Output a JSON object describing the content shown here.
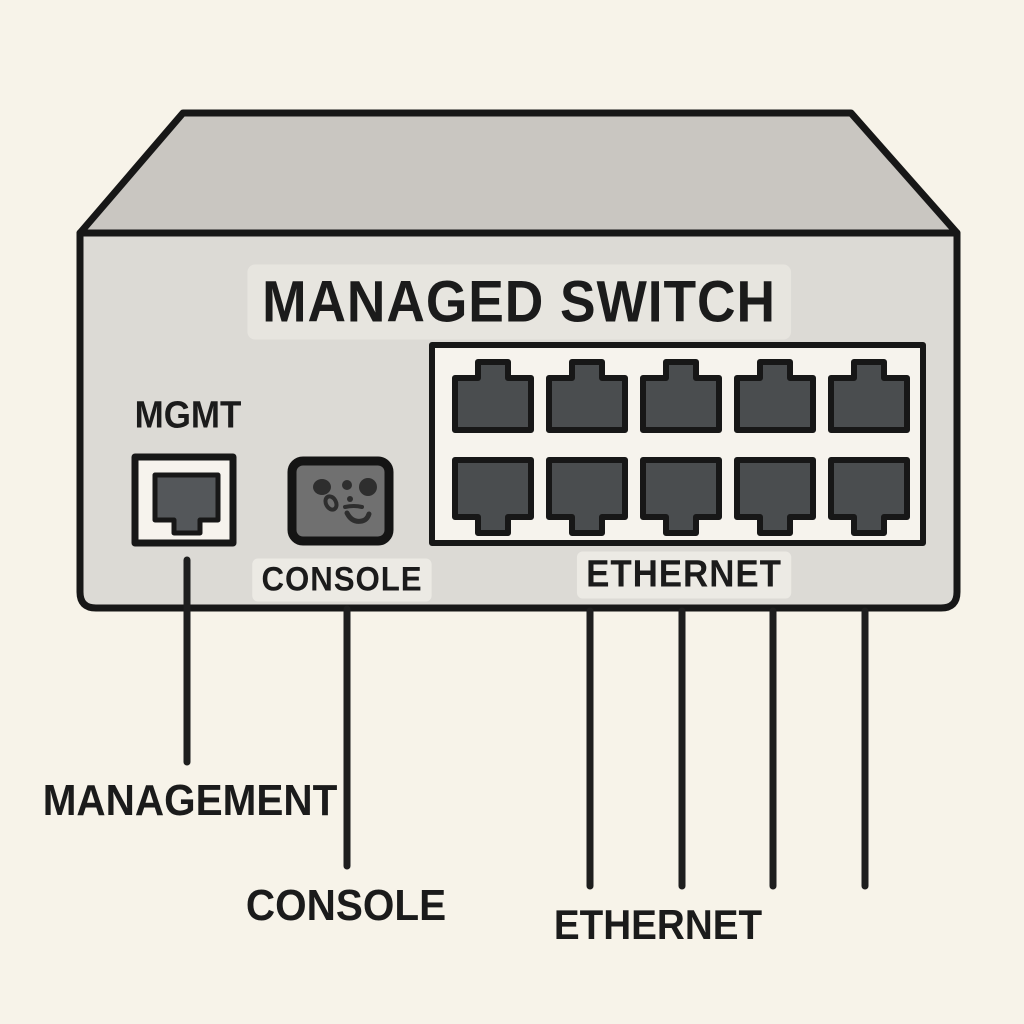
{
  "diagram": {
    "title": "MANAGED SWITCH",
    "device": {
      "mgmt_port_label": "MGMT",
      "console_port_label": "CONSOLE",
      "ethernet_group_label": "ETHERNET",
      "ethernet_ports": {
        "rows": 2,
        "columns": 5,
        "count": 10
      }
    },
    "callouts": [
      {
        "label": "MANAGEMENT",
        "target": "mgmt-port"
      },
      {
        "label": "CONSOLE",
        "target": "console-port"
      },
      {
        "label": "ETHERNET",
        "target": "ethernet-port-grid"
      }
    ],
    "colors": {
      "background": "#f7f3e9",
      "device_top": "#c9c6c1",
      "device_front": "#dcdad5",
      "panel": "#f6f3ed",
      "port_fill": "#4a4d4f",
      "console_port": "#707070",
      "console_pins": "#2e2e2e",
      "mgmt_jack": "#54575a",
      "outline": "#171717",
      "leader_line": "#1e1e1e",
      "text": "#1b1b1b"
    }
  }
}
